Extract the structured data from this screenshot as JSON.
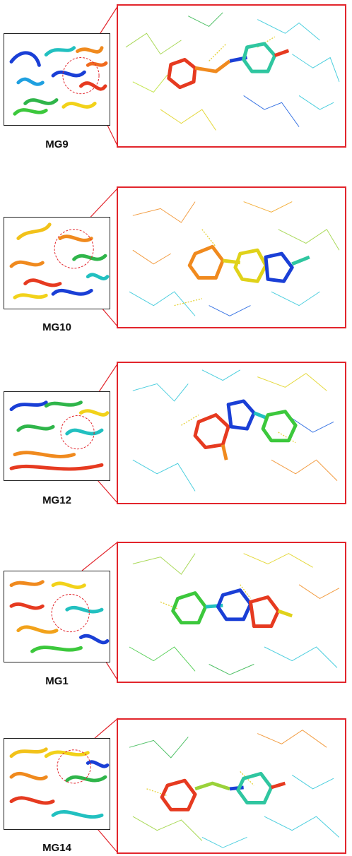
{
  "figure": {
    "panels": [
      {
        "label": "MG9"
      },
      {
        "label": "MG10"
      },
      {
        "label": "MG12"
      },
      {
        "label": "MG1"
      },
      {
        "label": "MG14"
      }
    ],
    "colors": {
      "zoom_border": "#e2252c",
      "protein_border": "#222222",
      "hbond": "#e6d23a"
    }
  }
}
